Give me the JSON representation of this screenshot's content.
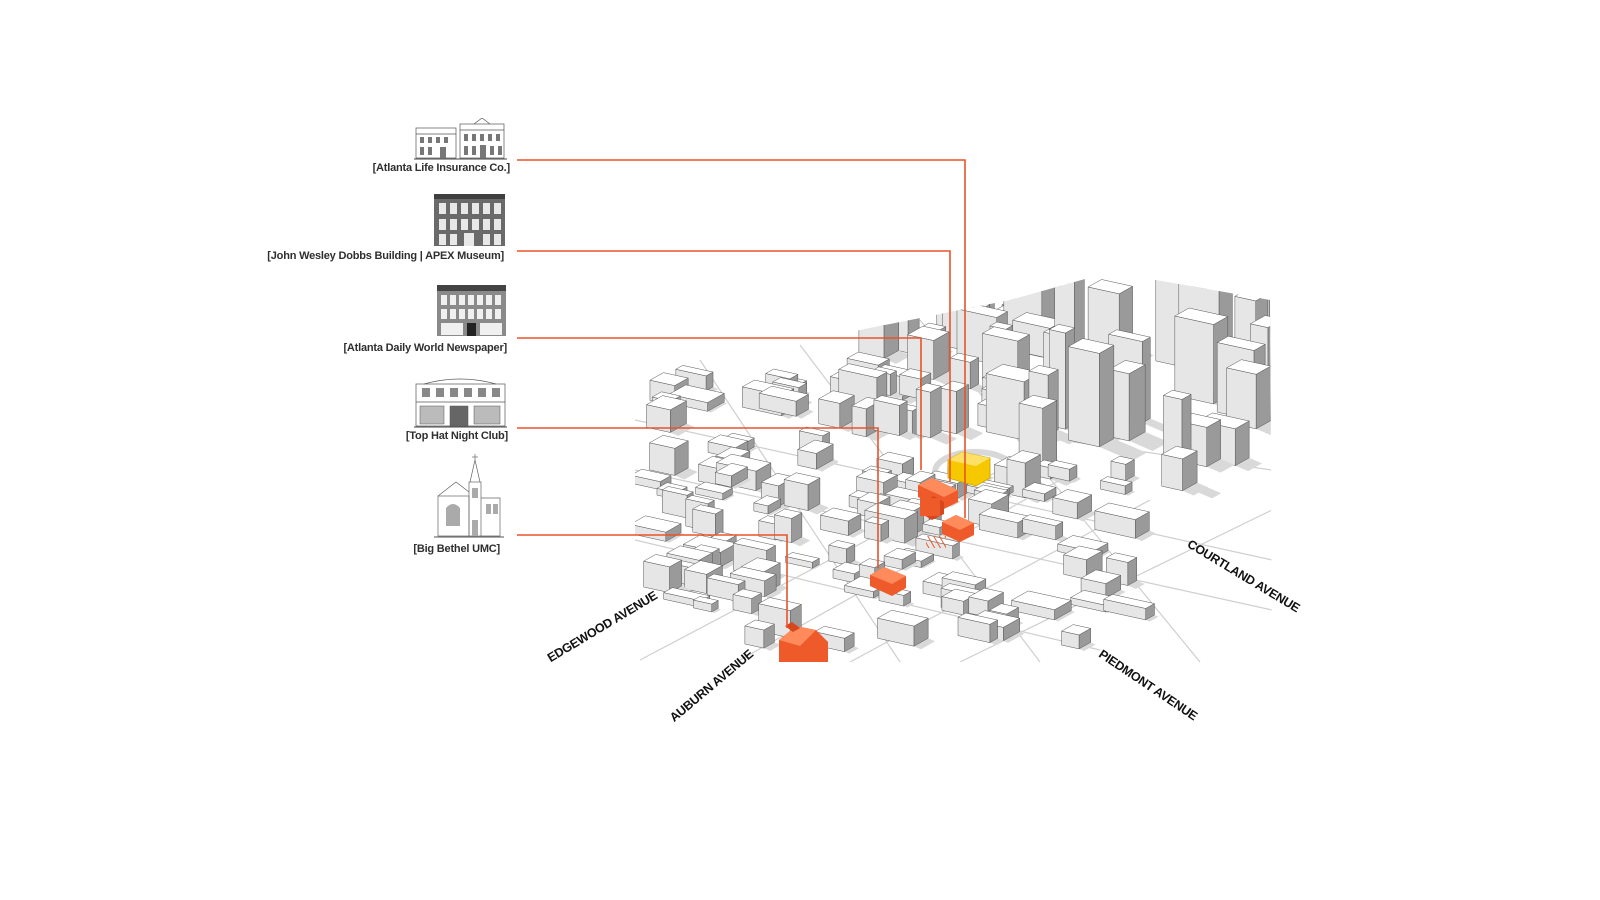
{
  "colors": {
    "leader": "#e8542a",
    "highlight_building": "#f5c800",
    "landmark_building": "#ee5a2a",
    "building_face": "#ffffff",
    "building_shadow": "#9a9a9a",
    "street_line": "#cfcfcf",
    "label_text": "#2f2f2f"
  },
  "landmarks": [
    {
      "label": "[Atlanta Life Insurance Co.]",
      "icon": "twin-facade-building-icon"
    },
    {
      "label": "[John Wesley Dobbs Building  | APEX Museum]",
      "icon": "brick-office-building-icon"
    },
    {
      "label": "[Atlanta Daily World Newspaper]",
      "icon": "newspaper-building-icon"
    },
    {
      "label": "[Top Hat Night Club]",
      "icon": "storefront-building-icon"
    },
    {
      "label": "[Big Bethel UMC]",
      "icon": "church-steeple-icon"
    }
  ],
  "streets": [
    {
      "label": "EDGEWOOD AVENUE"
    },
    {
      "label": "AUBURN AVENUE"
    },
    {
      "label": "PIEDMONT AVENUE"
    },
    {
      "label": "COURTLAND AVENUE"
    }
  ]
}
